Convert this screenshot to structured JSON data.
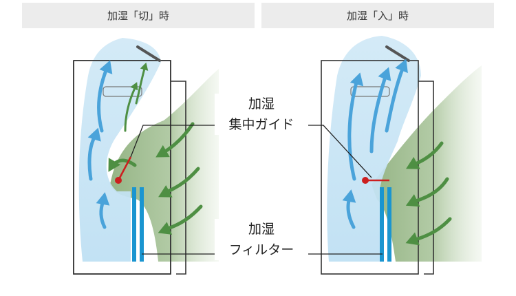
{
  "panels": [
    {
      "title": "加湿「切」時"
    },
    {
      "title": "加湿「入」時"
    }
  ],
  "labels": {
    "guide_line1": "加湿",
    "guide_line2": "集中ガイド",
    "filter_line1": "加湿",
    "filter_line2": "フィルター"
  },
  "colors": {
    "header_bg": "#ececec",
    "dry_air_arrow": "#4aa3da",
    "humid_air_arrow": "#4e8f43",
    "filter": "#1a95d0",
    "guide": "#cc1f1f"
  }
}
